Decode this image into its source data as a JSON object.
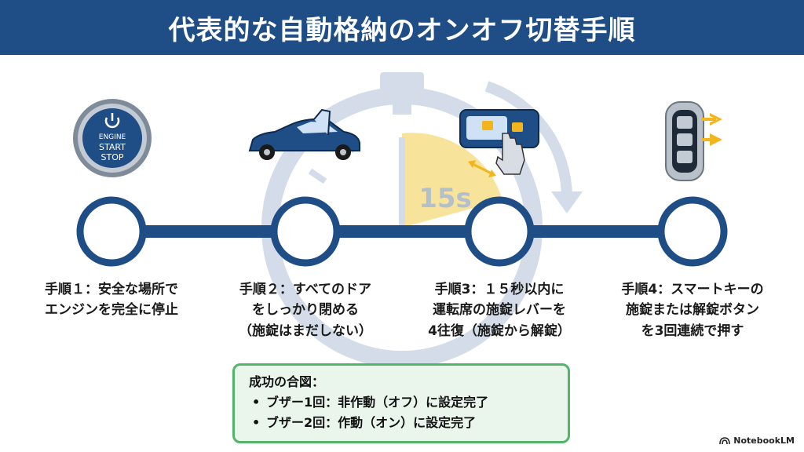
{
  "header": {
    "title": "代表的な自動格納のオンオフ切替手順"
  },
  "timer": {
    "label": "15s"
  },
  "buttons": {
    "engine_line1": "ENGINE",
    "engine_line2": "START",
    "engine_line3": "STOP"
  },
  "steps": [
    {
      "lines": [
        "手順１：安全な場所で",
        "エンジンを完全に停止"
      ]
    },
    {
      "lines": [
        "手順２：すべてのドア",
        "をしっかり閉める",
        "（施錠はまだしない）"
      ]
    },
    {
      "lines": [
        "手順3：１５秒以内に",
        "運転席の施錠レバーを",
        "4往復（施錠から解錠）"
      ]
    },
    {
      "lines": [
        "手順4：スマートキーの",
        "施錠または解錠ボタン",
        "を3回連続で押す"
      ]
    }
  ],
  "success": {
    "title": "成功の合図：",
    "items": [
      "ブザー1回：非作動（オフ）に設定完了",
      "ブザー2回：作動（オン）に設定完了"
    ]
  },
  "brand": {
    "label": "NotebookLM"
  },
  "colors": {
    "navy": "#1f4e86",
    "timer_gray": "#c9d4e2",
    "yellow": "#f7e49a",
    "green_border": "#52b56a",
    "green_fill": "#eaf6ec",
    "arrow_yellow": "#f2b51c"
  }
}
